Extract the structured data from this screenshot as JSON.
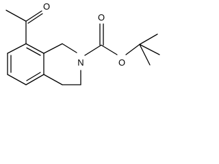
{
  "molecule": {
    "atoms": {
      "ketone_oxygen": "O",
      "ring_nitrogen": "N",
      "carbonyl_oxygen": "O",
      "ester_oxygen": "O"
    }
  },
  "colors": {
    "background": "#ffffff",
    "bond": "#000000",
    "label": "#000000"
  }
}
